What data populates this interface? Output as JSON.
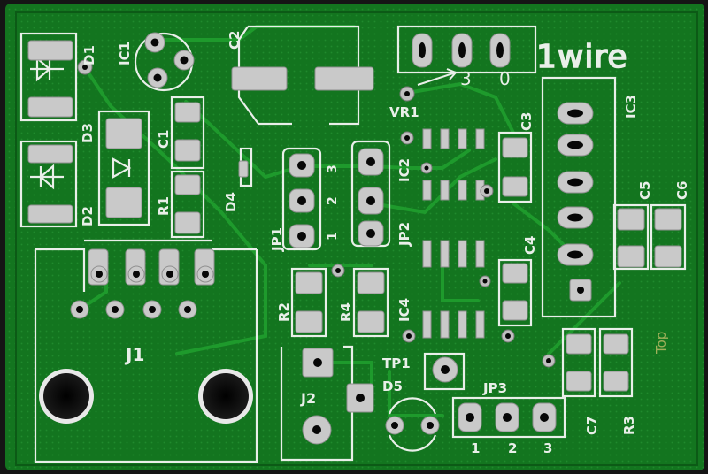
{
  "board": {
    "brand": "1wire",
    "side_label": "Top",
    "colors": {
      "solder_mask": "#13751f",
      "mask_dark": "#0c5a16",
      "silkscreen": "#e9efe9",
      "copper_tin": "#c9c9c9",
      "hole": "#050505",
      "top_label": "#9fb05a"
    }
  },
  "components": {
    "d1": "D1",
    "ic1": "IC1",
    "c2": "C2",
    "d3": "D3",
    "c1": "C1",
    "r1": "R1",
    "d2": "D2",
    "d4": "D4",
    "jp1": "JP1",
    "jp2": "JP2",
    "vr1": "VR1",
    "ic2": "IC2",
    "c3": "C3",
    "ic3": "IC3",
    "c5": "C5",
    "c6": "C6",
    "c4": "C4",
    "r2": "R2",
    "r4": "R4",
    "ic4": "IC4",
    "j1": "J1",
    "j2": "J2",
    "tp1": "TP1",
    "d5": "D5",
    "jp3": "JP3",
    "c7": "C7",
    "r3": "R3"
  },
  "pin_labels": {
    "vr1_3": "3",
    "vr1_0": "0",
    "jp1_3": "3",
    "jp1_2": "2",
    "jp1_1": "1",
    "jp3_1": "1",
    "jp3_2": "2",
    "jp3_3": "3"
  }
}
